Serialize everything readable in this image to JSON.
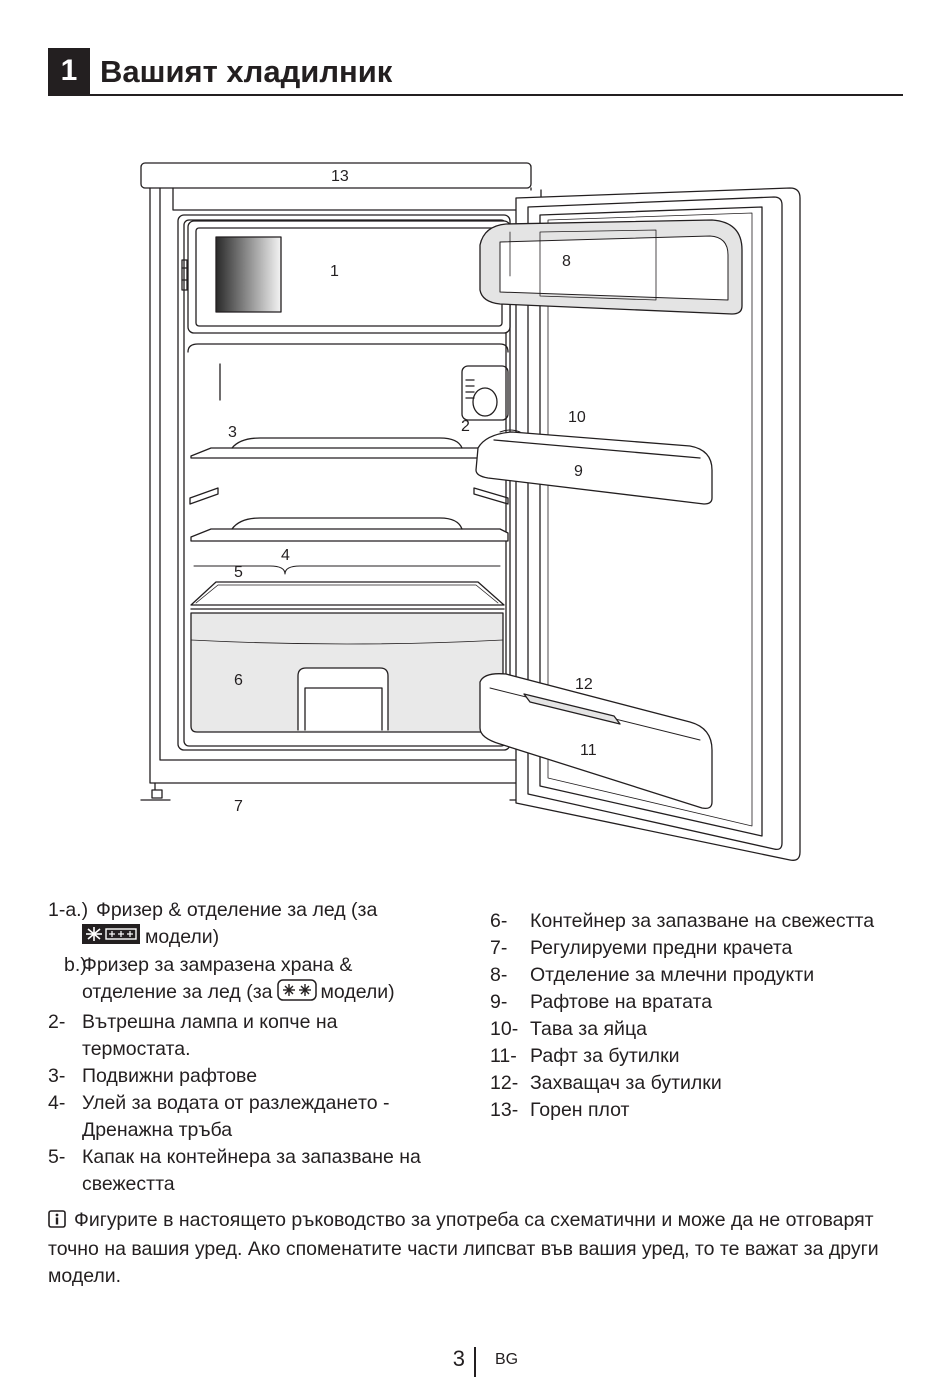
{
  "header": {
    "section_number": "1",
    "title": "Вашият хладилник"
  },
  "diagram": {
    "callouts": {
      "c1": "1",
      "c2": "2",
      "c3": "3",
      "c4": "4",
      "c5": "5",
      "c6": "6",
      "c7": "7",
      "c8": "8",
      "c9": "9",
      "c10": "10",
      "c11": "11",
      "c12": "12",
      "c13": "13"
    }
  },
  "legend_left": {
    "item_1a_num": "1-a.)",
    "item_1a_text_1": "Фризер & отделение за лед (за",
    "item_1a_text_2": "модели)",
    "item_1b_num": "b.)",
    "item_1b_text_1": "Фризер за замразена храна &",
    "item_1b_text_2a": "отделение за лед (за",
    "item_1b_text_2b": "модели)",
    "items": [
      {
        "num": "2-",
        "line1": "Вътрешна лампа и копче на",
        "line2": "термостата."
      },
      {
        "num": "3-",
        "line1": "Подвижни рафтове",
        "line2": ""
      },
      {
        "num": "4-",
        "line1": "Улей за водата от разлежданeто -",
        "line2": "Дренажна тръба"
      },
      {
        "num": "5-",
        "line1": "Капак на контейнера за запазване на",
        "line2": "свежестта"
      }
    ]
  },
  "legend_right": {
    "items": [
      {
        "num": "6-",
        "text": "Контейнер за запазване на свежестта"
      },
      {
        "num": "7-",
        "text": "Регулируеми предни крачета"
      },
      {
        "num": "8-",
        "text": "Отделение за млечни продукти"
      },
      {
        "num": "9-",
        "text": "Рафтове на вратата"
      },
      {
        "num": "10-",
        "text": "Тава за яйца"
      },
      {
        "num": "11-",
        "text": "Рафт за бутилки"
      },
      {
        "num": "12-",
        "text": "Захващач за бутилки"
      },
      {
        "num": "13-",
        "text": "Горен плот"
      }
    ]
  },
  "note": {
    "icon": "info-icon",
    "text": "Фигурите в настоящето ръководство за употреба са схематични и може да не отговарят точно на вашия уред. Ако споменатите части липсват във вашия уред, то те важат за други модели."
  },
  "footer": {
    "page_number": "3",
    "language": "BG"
  }
}
